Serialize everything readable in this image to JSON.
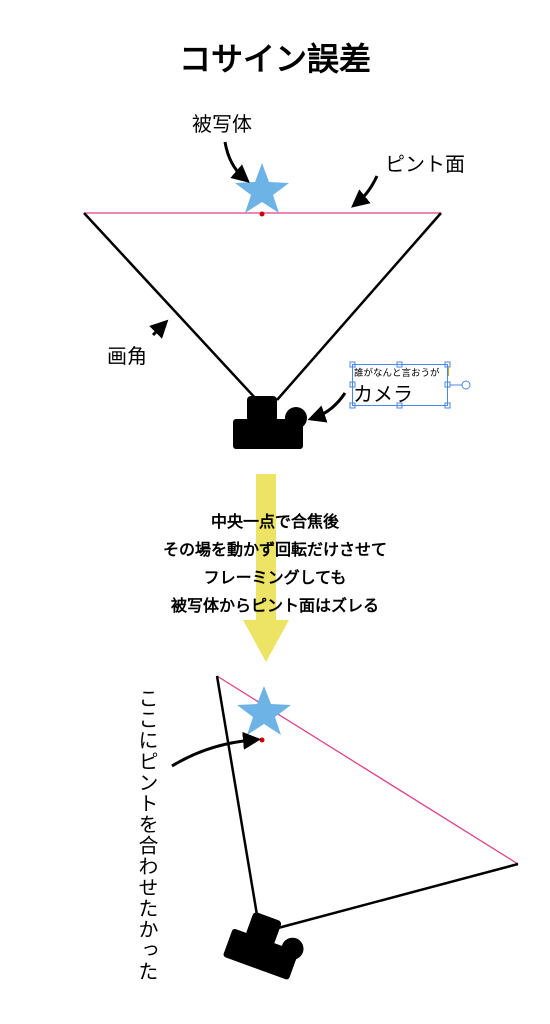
{
  "title": "コサイン誤差",
  "labels": {
    "subject": "被写体",
    "focal_plane": "ピント面",
    "angle_of_view": "画角",
    "camera_box_small": "誰がなんと言おうが",
    "camera": "カメラ"
  },
  "caption": [
    "中央一点で合焦後",
    "その場を動かず回転だけさせて",
    "フレーミングしても",
    "被写体からピント面はズレる"
  ],
  "vertical_label": "ここにピントを合わせたかった",
  "colors": {
    "focal_plane": "#e0408f",
    "subject_star": "#6db3e6",
    "focus_dot": "#cc0000",
    "arrow_fill": "#ede365",
    "selection_box": "#4a86e8",
    "camera": "#000000"
  },
  "icons": [
    "star-icon",
    "camera-icon",
    "curved-arrow-icon"
  ]
}
